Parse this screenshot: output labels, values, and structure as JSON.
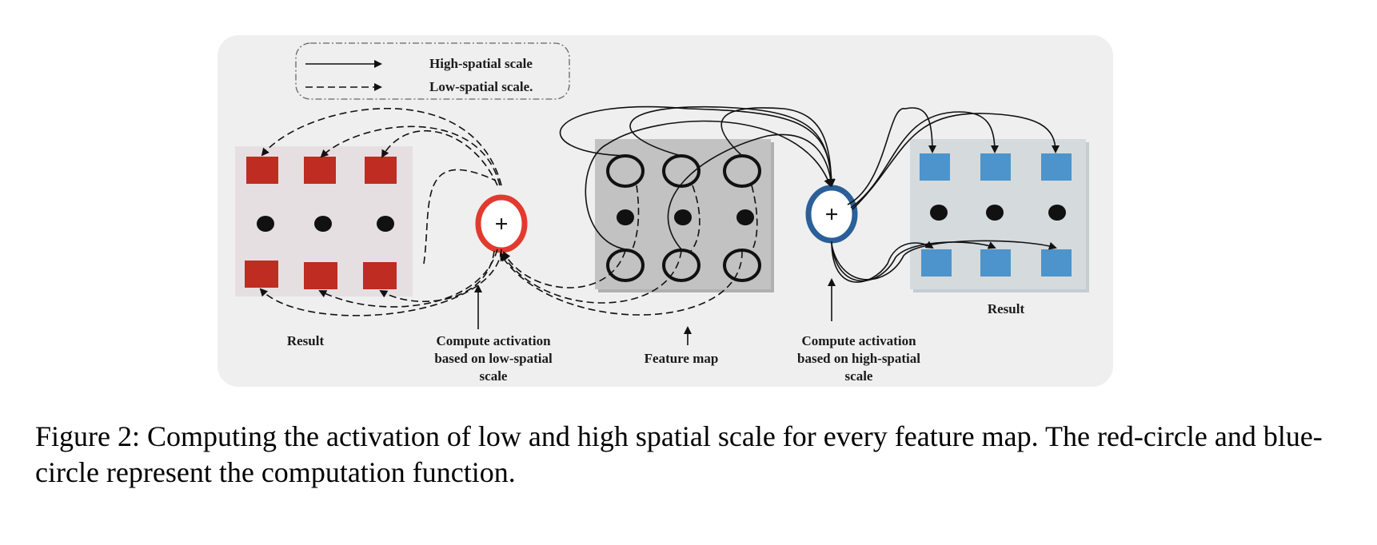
{
  "legend": {
    "solid_label": "High-spatial scale",
    "dashed_label": "Low-spatial scale."
  },
  "labels": {
    "result_left": "Result",
    "compute_low": [
      "Compute activation",
      "based on low-spatial",
      "scale"
    ],
    "feature_map": "Feature map",
    "compute_high": [
      "Compute activation",
      "based on high-spatial",
      "scale"
    ],
    "result_right": "Result"
  },
  "operators": {
    "low": "+",
    "high": "+"
  },
  "caption": "Figure 2: Computing the activation of low and high spatial scale for every feature map. The red-circle and blue-circle represent the computation function.",
  "colors": {
    "panel_bg": "#efefef",
    "left_box_bg": "#e6dfe2",
    "feature_box_bg": "#c2c2c2",
    "right_box_bg": "#d5dadd",
    "red_square": "#be2c22",
    "blue_square": "#4d94cc",
    "red_circle": "#e23a2e",
    "blue_circle": "#2a5f98"
  }
}
